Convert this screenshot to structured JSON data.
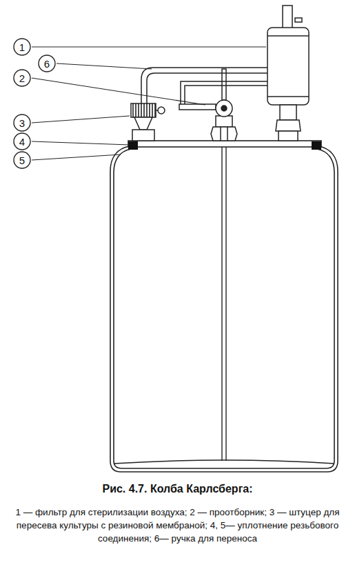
{
  "diagram": {
    "caption": "Рис. 4.7. Колба Карлсберга:",
    "nodes": [
      {
        "text": [
          "1"
        ]
      },
      {
        "text": [
          "6"
        ]
      },
      {
        "text": [
          "2"
        ]
      },
      {
        "text": [
          "3"
        ]
      },
      {
        "text": [
          "4"
        ]
      },
      {
        "text": [
          "5"
        ]
      }
    ],
    "labels": [
      "1 — фильтр для стерилизации воздуха; 2 — проотборник; 3 — штуцер для пересева культуры с резиновой мембраной; 4, 5— уплотнение резьбового соединения; 6— ручка для переноса"
    ]
  }
}
